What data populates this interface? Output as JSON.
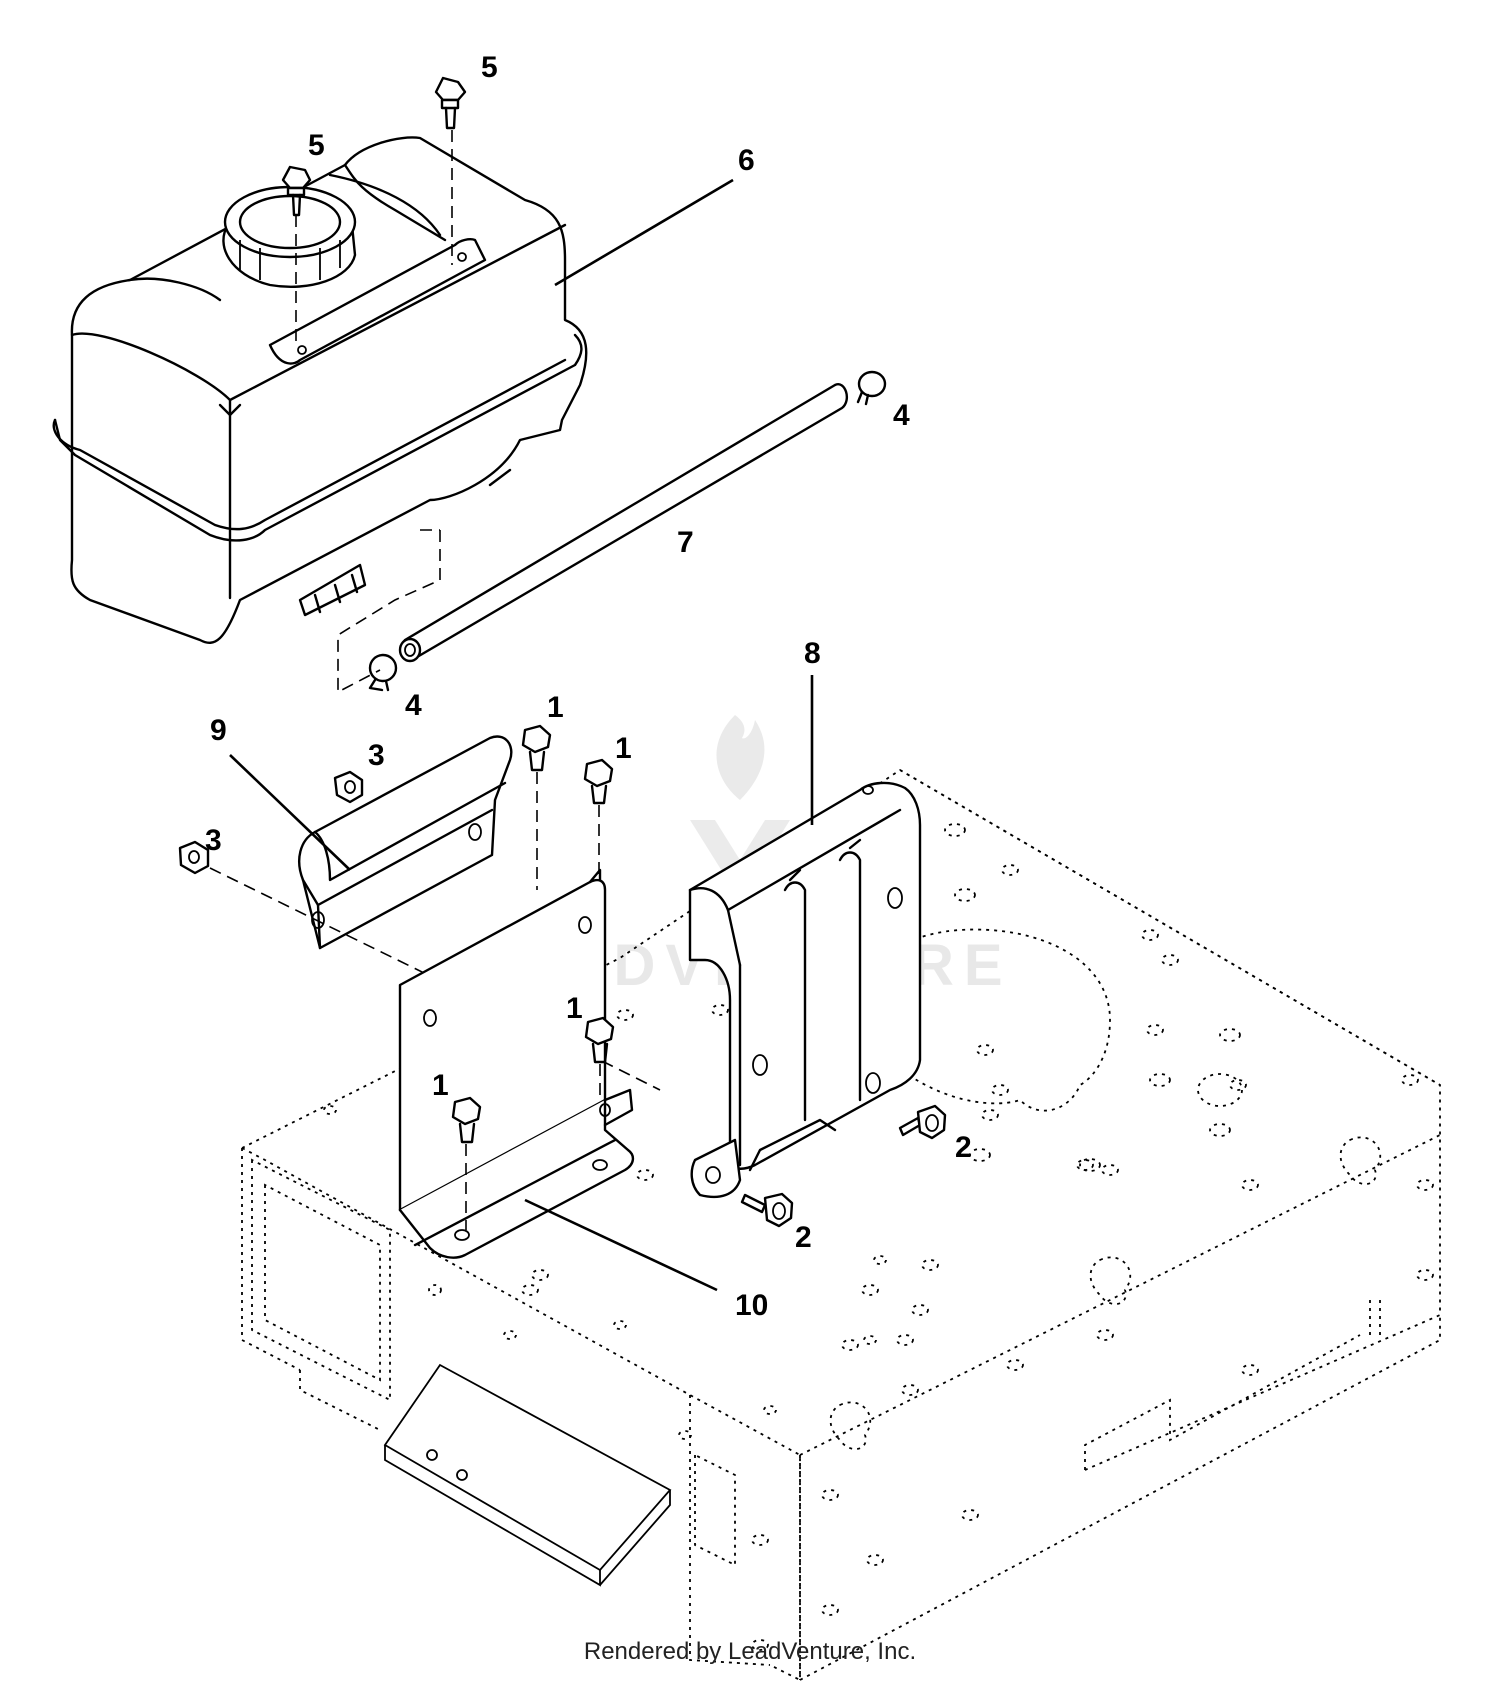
{
  "diagram": {
    "callouts": [
      {
        "id": "c5a",
        "text": "5"
      },
      {
        "id": "c5b",
        "text": "5"
      },
      {
        "id": "c6",
        "text": "6"
      },
      {
        "id": "c4a",
        "text": "4"
      },
      {
        "id": "c7",
        "text": "7"
      },
      {
        "id": "c4b",
        "text": "4"
      },
      {
        "id": "c8",
        "text": "8"
      },
      {
        "id": "c9",
        "text": "9"
      },
      {
        "id": "c3a",
        "text": "3"
      },
      {
        "id": "c3b",
        "text": "3"
      },
      {
        "id": "c1a",
        "text": "1"
      },
      {
        "id": "c1b",
        "text": "1"
      },
      {
        "id": "c1c",
        "text": "1"
      },
      {
        "id": "c1d",
        "text": "1"
      },
      {
        "id": "c2a",
        "text": "2"
      },
      {
        "id": "c2b",
        "text": "2"
      },
      {
        "id": "c10",
        "text": "10"
      }
    ],
    "watermark": "LEADVENTURE",
    "credit": "Rendered by LeadVenture, Inc."
  },
  "colors": {
    "line": "#000000",
    "watermark": "#e6e6e6",
    "background": "#ffffff"
  }
}
